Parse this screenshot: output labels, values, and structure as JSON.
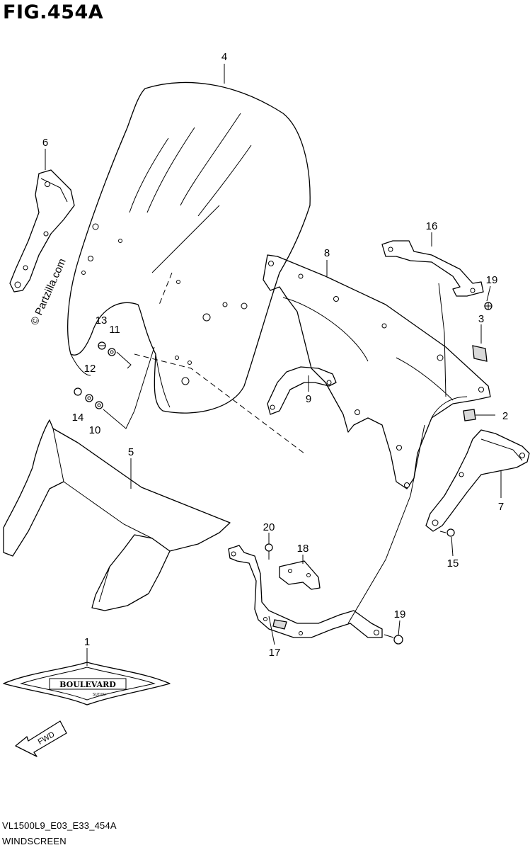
{
  "figure": {
    "title": "FIG.454A",
    "watermark": "© Partzilla.com",
    "footer_code": "VL1500L9_E03_E33_454A",
    "footer_name": "WINDSCREEN"
  },
  "emblem": {
    "text": "BOULEVARD",
    "subtext": "SUZUKI"
  },
  "direction_arrow": {
    "label": "FWD"
  },
  "callouts": [
    {
      "id": "1",
      "label": "1"
    },
    {
      "id": "2",
      "label": "2"
    },
    {
      "id": "3",
      "label": "3"
    },
    {
      "id": "4",
      "label": "4"
    },
    {
      "id": "5",
      "label": "5"
    },
    {
      "id": "6",
      "label": "6"
    },
    {
      "id": "7",
      "label": "7"
    },
    {
      "id": "8",
      "label": "8"
    },
    {
      "id": "9",
      "label": "9"
    },
    {
      "id": "10",
      "label": "10"
    },
    {
      "id": "11",
      "label": "11"
    },
    {
      "id": "12",
      "label": "12"
    },
    {
      "id": "13",
      "label": "13"
    },
    {
      "id": "14",
      "label": "14"
    },
    {
      "id": "15",
      "label": "15"
    },
    {
      "id": "16",
      "label": "16"
    },
    {
      "id": "17",
      "label": "17"
    },
    {
      "id": "18",
      "label": "18"
    },
    {
      "id": "19a",
      "label": "19"
    },
    {
      "id": "19b",
      "label": "19"
    },
    {
      "id": "20",
      "label": "20"
    }
  ]
}
